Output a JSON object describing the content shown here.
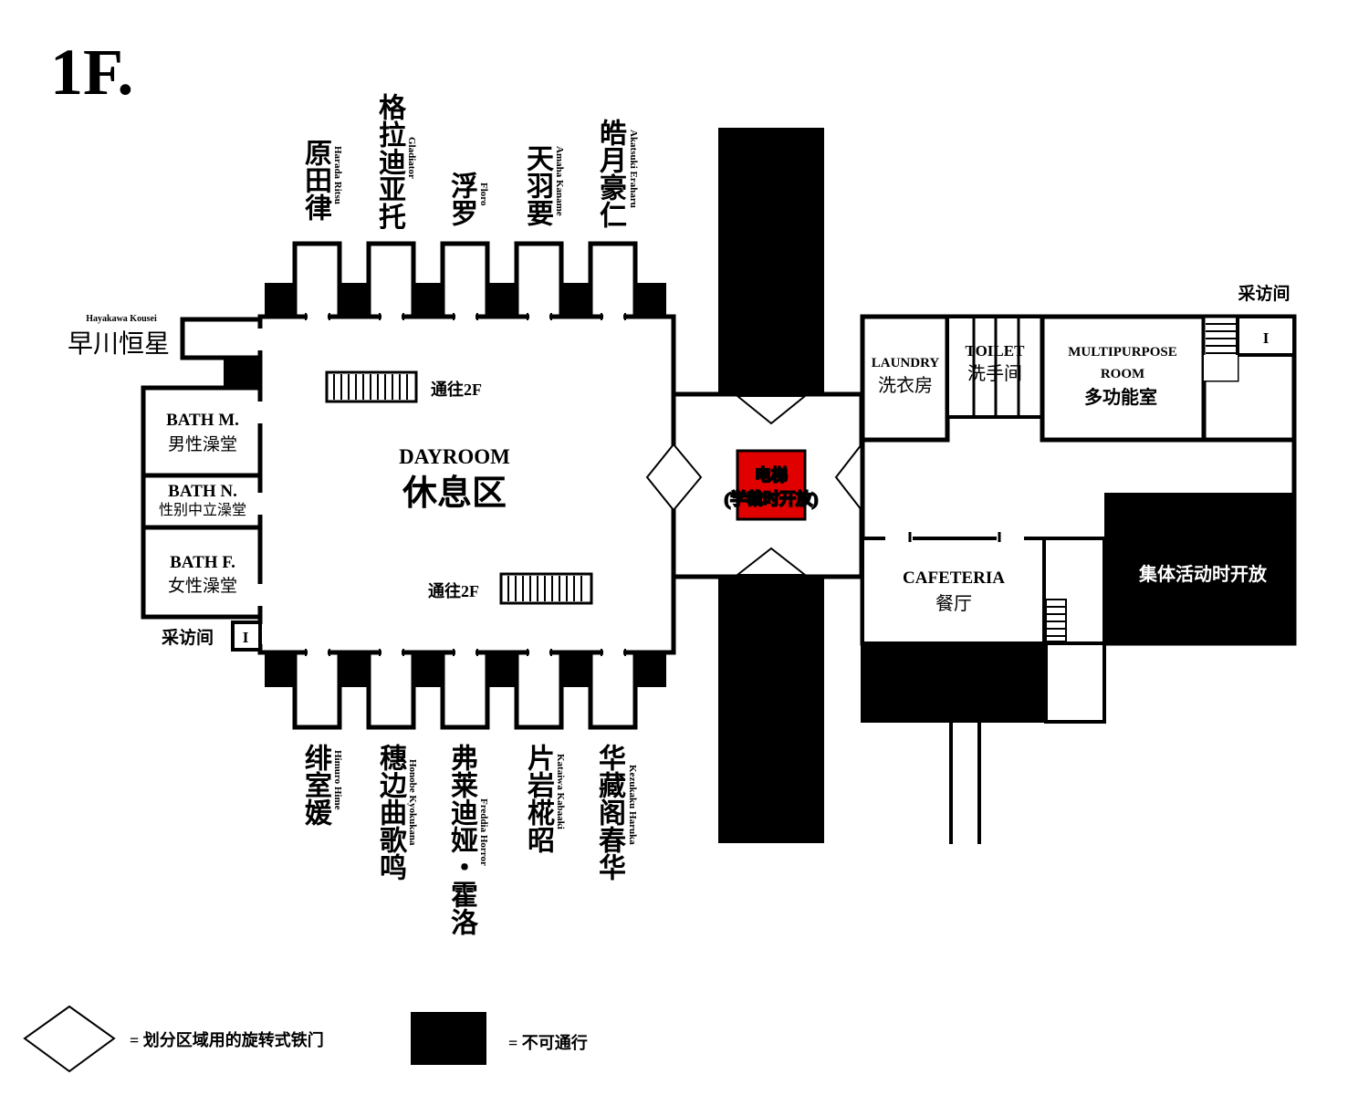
{
  "floor_title": "1F.",
  "rooms_top": [
    {
      "name": "原田律",
      "romaji": "Harada Ritsu"
    },
    {
      "name": "格拉迪亚托",
      "romaji": "Gladiator"
    },
    {
      "name": "浮罗",
      "romaji": "Floro"
    },
    {
      "name": "天羽要",
      "romaji": "Amaha Kaname"
    },
    {
      "name": "皓月豪仁",
      "romaji": "Akatsuki Eraharu"
    }
  ],
  "rooms_bottom": [
    {
      "name": "绯室媛",
      "romaji": "Himuro Hime"
    },
    {
      "name": "穗边曲歌鸣",
      "romaji": "Honobe Kyokukana"
    },
    {
      "name": "弗莱迪娅・霍洛",
      "romaji": "Freddia Horror"
    },
    {
      "name": "片岩椛昭",
      "romaji": "Kataiwa Kabaaki"
    },
    {
      "name": "华藏阁春华",
      "romaji": "Kezukaku Haruka"
    }
  ],
  "hayakawa": {
    "name": "早川恒星",
    "romaji": "Hayakawa Kousei"
  },
  "baths": [
    {
      "en": "BATH M.",
      "cn": "男性澡堂"
    },
    {
      "en": "BATH N.",
      "cn": "性别中立澡堂"
    },
    {
      "en": "BATH F.",
      "cn": "女性澡堂"
    }
  ],
  "interview_left": {
    "label": "采访间",
    "mark": "I"
  },
  "interview_right": {
    "label": "采访间",
    "mark": "I"
  },
  "dayroom": {
    "en": "DAYROOM",
    "cn": "休息区"
  },
  "stairs_to_2f_top": "通往2F",
  "stairs_to_2f_bottom": "通往2F",
  "elevator": {
    "line1": "电梯",
    "line2": "(学裁时开放)",
    "color": "#e00000"
  },
  "laundry": {
    "en": "LAUNDRY",
    "cn": "洗衣房"
  },
  "toilet": {
    "en": "TOILET",
    "cn": "洗手间"
  },
  "multipurpose": {
    "en1": "MULTIPURPOSE",
    "en2": "ROOM",
    "cn": "多功能室"
  },
  "cafeteria": {
    "en": "CAFETERIA",
    "cn": "餐厅"
  },
  "group_activity": "集体活动时开放",
  "legend": {
    "gate": "= 划分区域用的旋转式铁门",
    "blocked": "= 不可通行"
  }
}
